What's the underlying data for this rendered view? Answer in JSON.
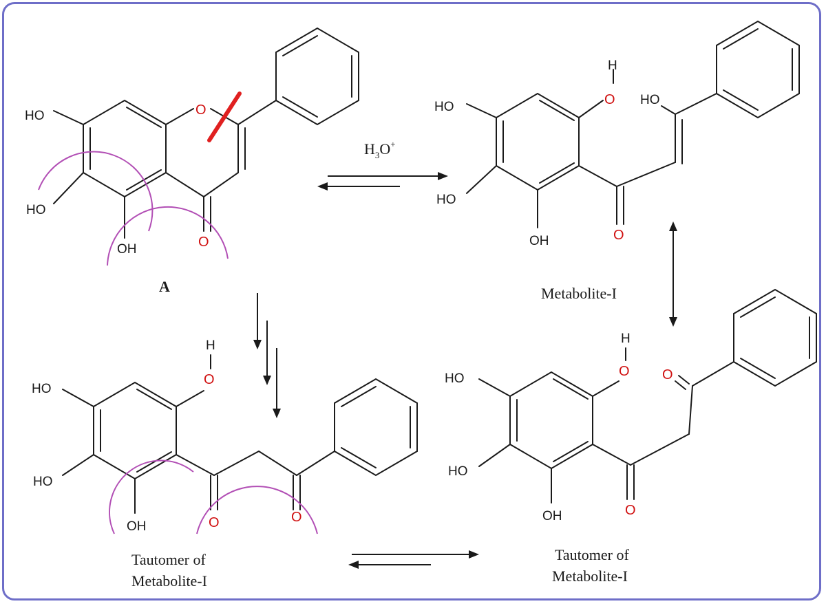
{
  "reagent": {
    "base": "H",
    "sub": "3",
    "rest": "O",
    "sup": "+"
  },
  "labels": {
    "compound_a": "A",
    "metabolite_1": "Metabolite-I",
    "tautomer_left_line1": "Tautomer of",
    "tautomer_left_line2": "Metabolite-I",
    "tautomer_right_line1": "Tautomer of",
    "tautomer_right_line2": "Metabolite-I"
  },
  "atoms": {
    "ho": "HO",
    "oh": "OH",
    "o": "O",
    "h": "H"
  },
  "colors": {
    "frame": "#6e6ec8",
    "oxygen": "#d01010",
    "arc": "#b24fb5",
    "cut_mark": "#e02020"
  }
}
